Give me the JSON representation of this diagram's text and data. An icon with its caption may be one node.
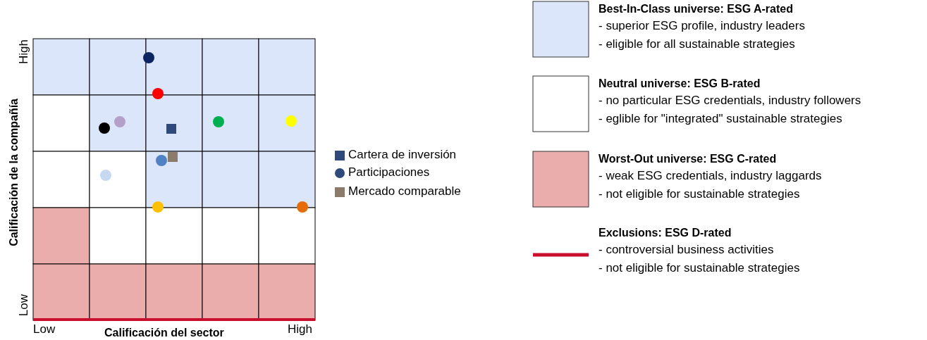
{
  "diagram": {
    "labels": [
      "High",
      "Calificación de la compañía",
      "Low",
      "Low",
      "Calificación del sector",
      "High",
      "- superior ESG profile, industry leaders",
      "- eligible for all sustainable strategies",
      "- no particular ESG credentials, industry followers",
      "- eglible for \"integrated\" sustainable strategies",
      "- weak ESG credentials, industry laggards",
      "- not eligible for sustainable strategies",
      "- controversial business activities",
      "- not eligible for sustainable strategies"
    ],
    "legend": [
      {
        "text": "Cartera de inversión",
        "color": "#2f4a7a"
      },
      {
        "text": "Participaciones",
        "color": "#2f4a7a"
      },
      {
        "text": "Mercado comparable",
        "color": "#8c7b6a"
      },
      {
        "text": "Best-In-Class universe: ESG A-rated",
        "color": "#dce6fa"
      },
      {
        "text": "Neutral universe: ESG B-rated",
        "color": "#ffffff"
      },
      {
        "text": "Worst-Out universe: ESG C-rated",
        "color": "#ebacac"
      },
      {
        "text": "Exclusions: ESG D-rated"
      }
    ]
  }
}
